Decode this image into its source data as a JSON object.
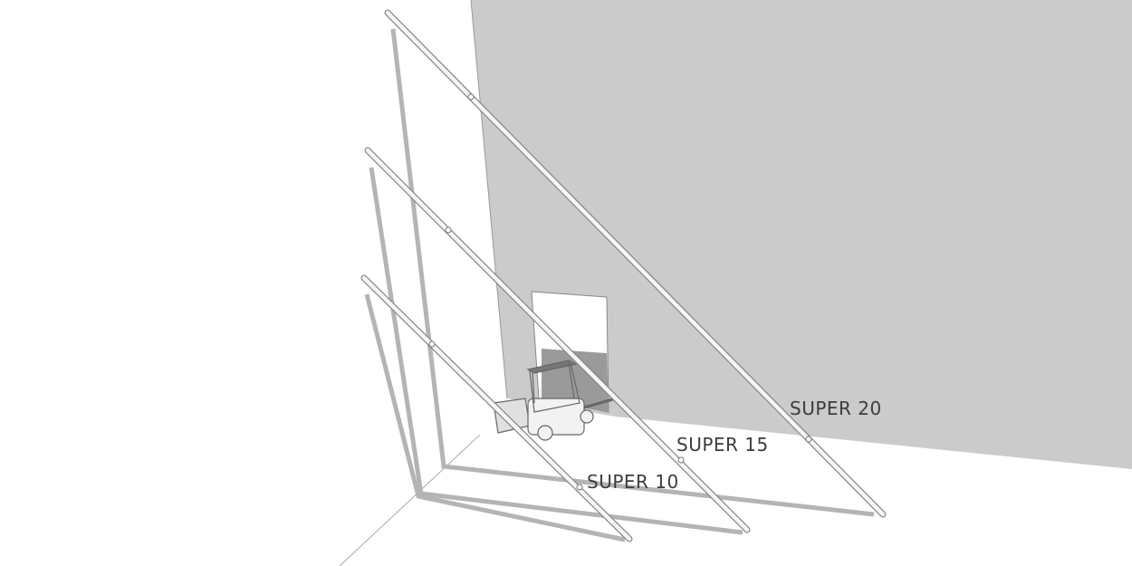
{
  "labels": {
    "super20": "SUPER 20",
    "super15": "SUPER 15",
    "super10": "SUPER 10"
  },
  "colors": {
    "wall": "#cbcbcb",
    "shadow": "#b4b4b4",
    "pole": "#f4f4f4",
    "text": "#3c3c3c"
  }
}
